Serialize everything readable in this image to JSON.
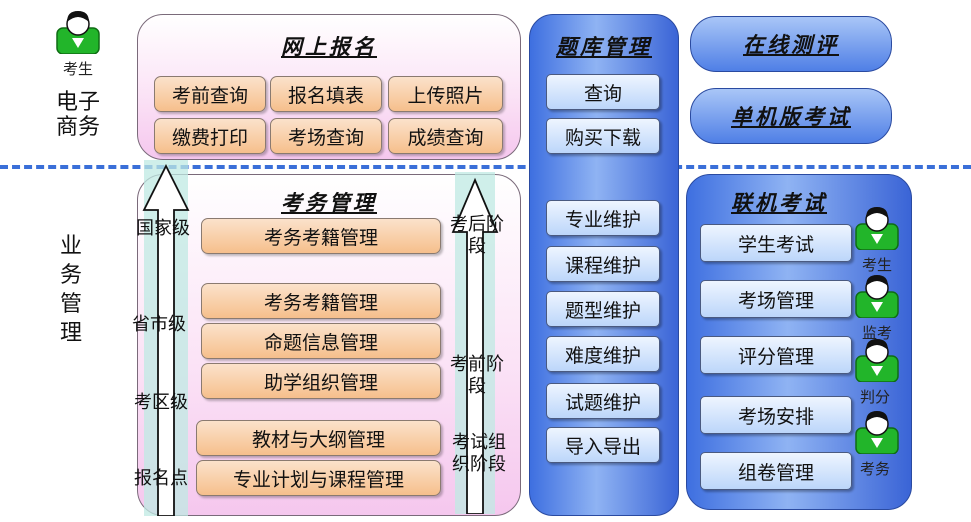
{
  "left_labels": {
    "ecommerce": "电子\n商务",
    "business": "业\n务\n管\n理"
  },
  "top_person_label": "考生",
  "online_registration": {
    "title": "网上报名",
    "buttons": [
      "考前查询",
      "报名填表",
      "上传照片",
      "缴费打印",
      "考场查询",
      "成绩查询"
    ]
  },
  "exam_affairs": {
    "title": "考务管理",
    "levels": [
      "国家级",
      "省市级",
      "考区级",
      "报名点"
    ],
    "phases": [
      "考后阶\n段",
      "考前阶\n段",
      "考试组\n织阶段"
    ],
    "buttons": [
      "考务考籍管理",
      "考务考籍管理",
      "命题信息管理",
      "助学组织管理",
      "教材与大纲管理",
      "专业计划与课程管理"
    ]
  },
  "question_bank": {
    "title": "题库管理",
    "top_buttons": [
      "查询",
      "购买下载"
    ],
    "bottom_buttons": [
      "专业维护",
      "课程维护",
      "题型维护",
      "难度维护",
      "试题维护",
      "导入导出"
    ]
  },
  "online_eval": {
    "title": "在线测评"
  },
  "standalone_exam": {
    "title": "单机版考试"
  },
  "networked_exam": {
    "title": "联机考试",
    "buttons": [
      "学生考试",
      "考场管理",
      "评分管理",
      "考场安排",
      "组卷管理"
    ],
    "roles": [
      "考生",
      "监考",
      "判分",
      "考务"
    ]
  },
  "colors": {
    "divider": "#3a6fd8",
    "orange_button": "#f6bf8c",
    "pink_panel": "#f5c7ee",
    "blue_panel": "#3e6fe0",
    "person_green": "#22b52a"
  }
}
